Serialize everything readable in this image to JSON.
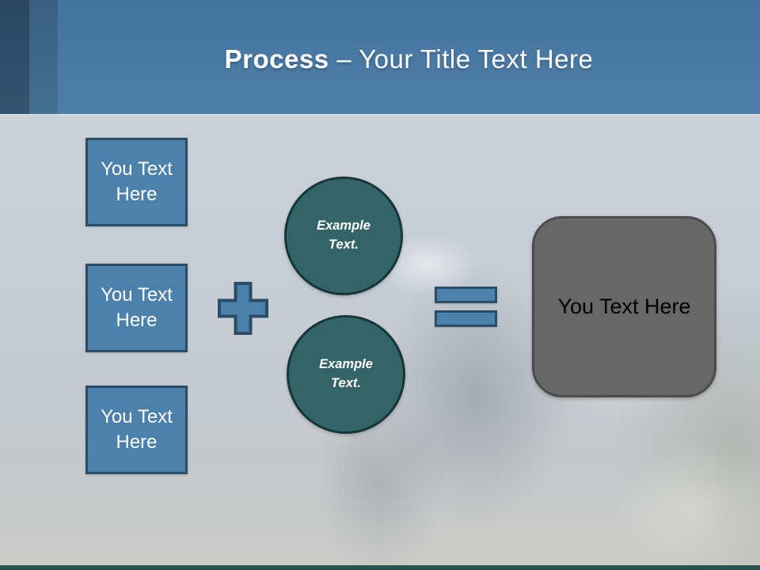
{
  "slide": {
    "title": {
      "bold": "Process",
      "rest": " – Your Title Text Here"
    },
    "input_boxes": [
      {
        "label": "You Text Here"
      },
      {
        "label": "You Text Here"
      },
      {
        "label": "You Text Here"
      }
    ],
    "operators": {
      "plus_icon": "plus",
      "equals_icon": "equals"
    },
    "circles": [
      {
        "label": "Example Text."
      },
      {
        "label": "Example Text."
      }
    ],
    "result_box": {
      "label": "You Text Here"
    },
    "colors": {
      "header_blue": "#4a7aa4",
      "band_dark_blue": "#2d4d66",
      "shape_steel_blue": "#4c81ab",
      "shape_border_navy": "#2d4d66",
      "circle_teal": "#346467",
      "circle_border_dark": "#16373a",
      "result_gray": "#676767",
      "footer_teal": "#27534f",
      "background_haze": "#c8cfd6"
    }
  }
}
